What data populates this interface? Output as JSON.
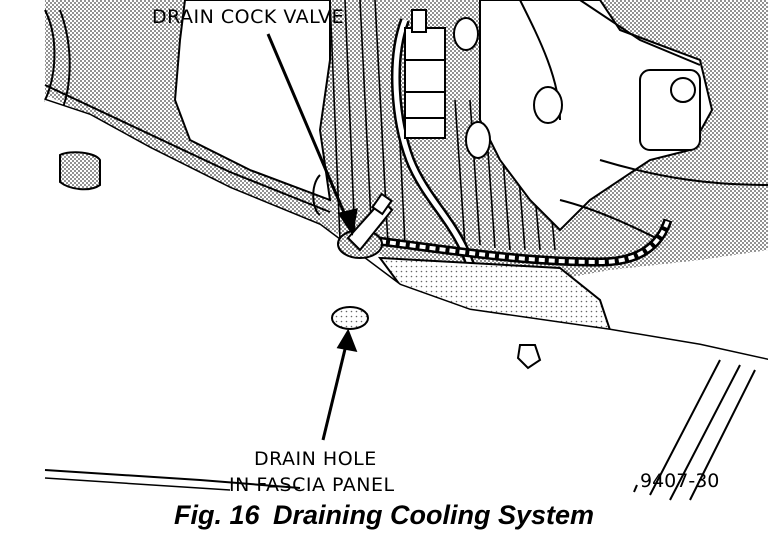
{
  "callouts": {
    "drain_cock_valve": "DRAIN COCK VALVE",
    "drain_hole_line1": "DRAIN HOLE",
    "drain_hole_line2": "IN FASCIA PANEL"
  },
  "figure_code": "9407-30",
  "caption": {
    "prefix": "Fig. 16",
    "title": "Draining Cooling System"
  },
  "colors": {
    "ink": "#000000",
    "paper": "#ffffff",
    "shade": "#c8c8c8"
  }
}
